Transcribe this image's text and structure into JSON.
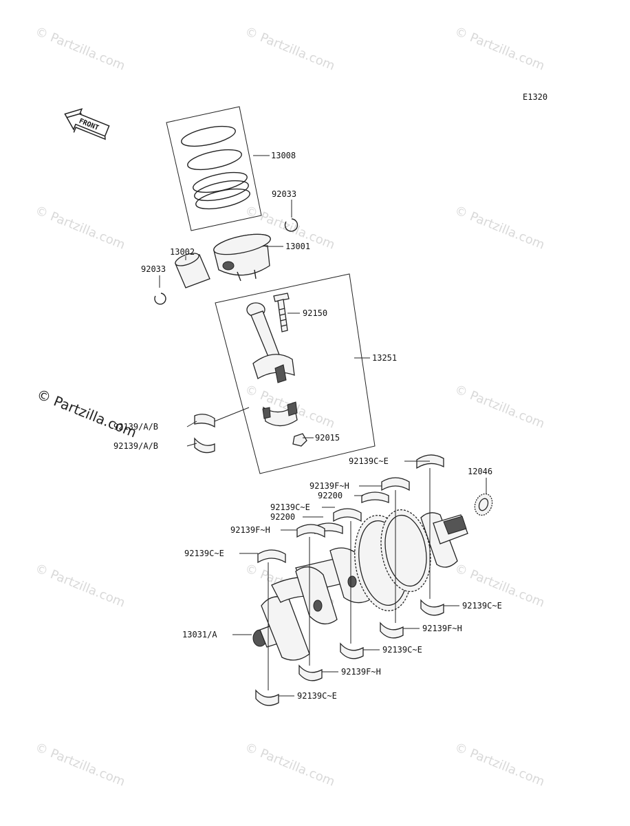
{
  "diagram": {
    "code": "E1320",
    "front_label": "FRONT",
    "watermark_text": "© Partzilla.com",
    "watermark_main": "© Partzilla.com"
  },
  "labels": {
    "piston_rings": "13008",
    "circlip_upper": "92033",
    "piston": "13001",
    "piston_pin": "13002",
    "circlip_lower": "92033",
    "conrod_bolt": "92150",
    "conrod_assy": "13251",
    "conrod_bearing_upper": "92139/A/B",
    "conrod_bearing_lower": "92139/A/B",
    "conrod_nut": "92015",
    "main_bearing_1": "92139C~E",
    "gear": "12046",
    "main_bearing_2": "92139F~H",
    "thrust_1": "92200",
    "main_bearing_3": "92139C~E",
    "thrust_2": "92200",
    "main_bearing_4": "92139F~H",
    "main_bearing_5": "92139C~E",
    "crankshaft": "13031/A",
    "lower_bearing_1": "92139C~E",
    "lower_bearing_2": "92139F~H",
    "lower_bearing_3": "92139C~E",
    "lower_bearing_4": "92139F~H",
    "lower_bearing_5": "92139C~E"
  }
}
